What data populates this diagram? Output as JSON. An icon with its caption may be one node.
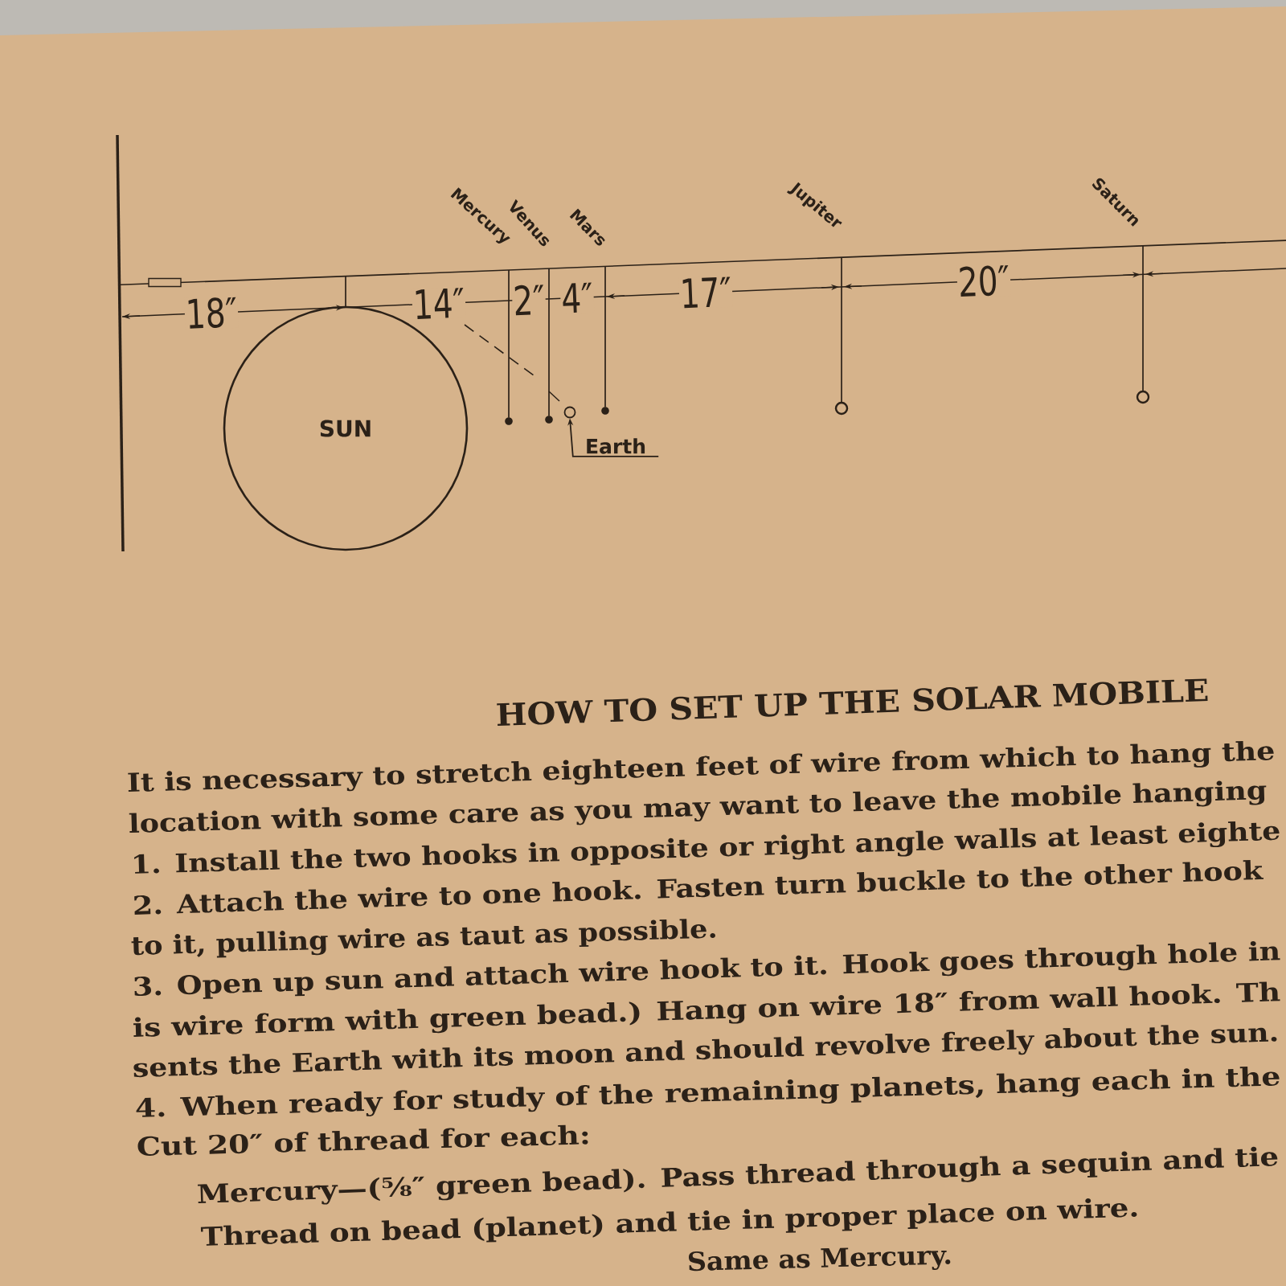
{
  "diagram": {
    "title": "HOW TO SET UP THE SOLAR MOBILE",
    "nodes": [
      {
        "text": [
          "SUN"
        ]
      },
      {
        "text": [
          "Earth"
        ]
      },
      {
        "text": [],
        "shape": "circle"
      }
    ],
    "edges": [
      {
        "from": 1,
        "to": 2,
        "arrow": "to"
      }
    ],
    "labels": [
      "Mercury",
      "Venus",
      "Mars",
      "Jupiter",
      "Saturn",
      "18″",
      "14″",
      "2″",
      "4″",
      "17″",
      "20″",
      "It is necessary to stretch eighteen feet of wire from which to hang the",
      "location with some care as you may want to leave the mobile hanging",
      "1. Install the two hooks in opposite or right angle walls at least eighte",
      "2. Attach the wire to one hook. Fasten turn buckle to the other hook",
      "to it, pulling wire as taut as possible.",
      "3. Open up sun and attach wire hook to it. Hook goes through hole in",
      "is wire form with green bead.) Hang on wire 18″ from wall hook. Th",
      "sents the Earth with its moon and should revolve freely about the sun.",
      "4. When ready for study of the remaining planets, hang each in the",
      "Cut 20″ of thread for each:",
      "Mercury—(⅝″ green bead). Pass thread through a sequin and tie",
      "Thread on bead (planet) and tie in proper place on wire.",
      "Same as Mercury."
    ]
  }
}
